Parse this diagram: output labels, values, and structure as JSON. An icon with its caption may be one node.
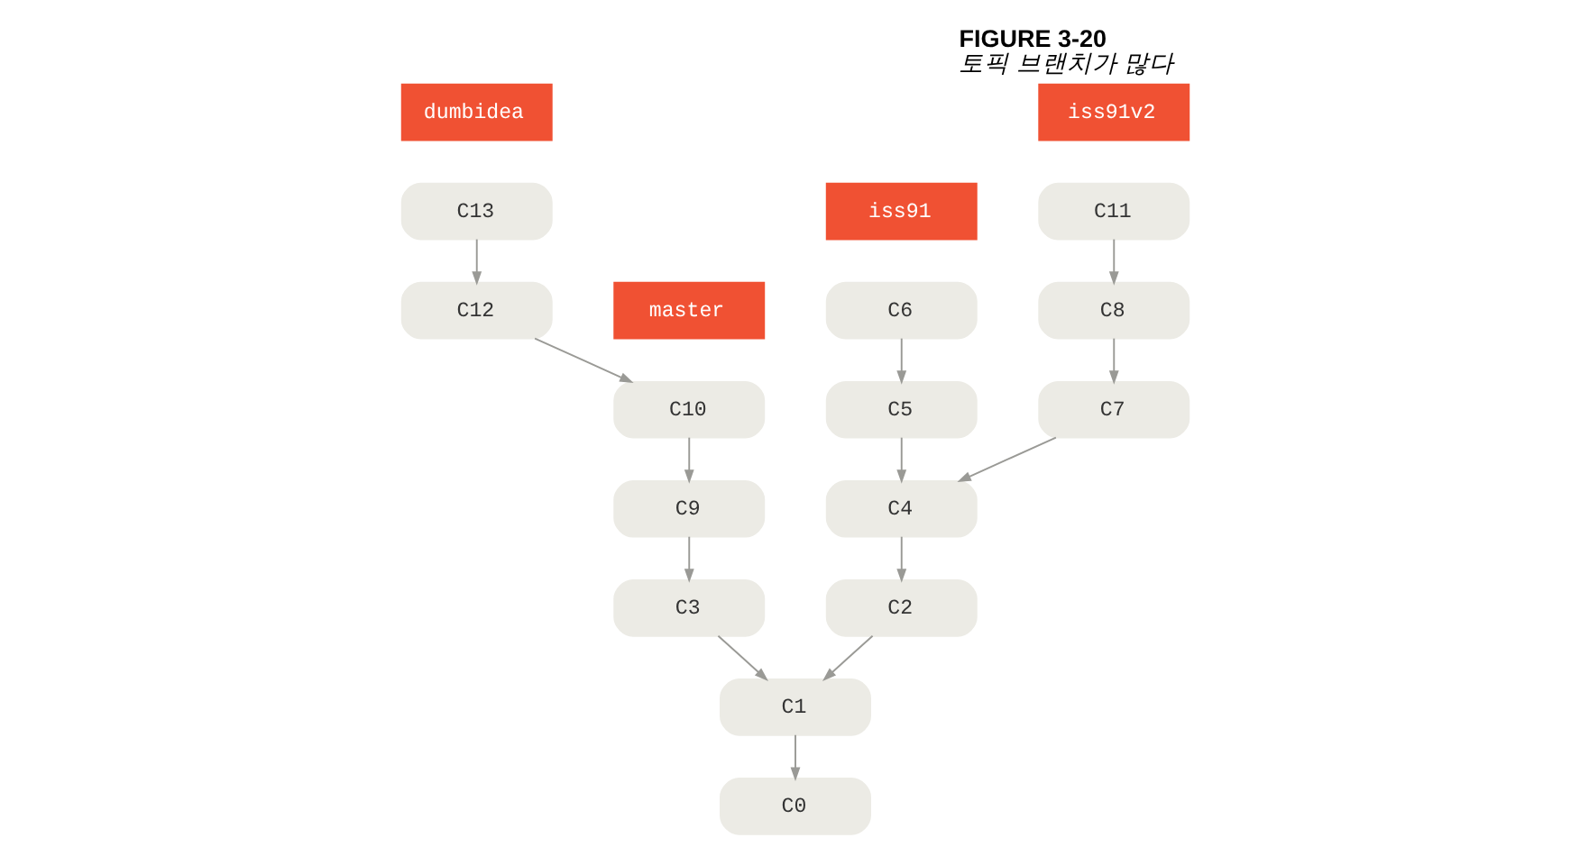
{
  "diagram": {
    "title": "FIGURE 3-20",
    "caption": "토픽 브랜치가 많다",
    "nodes": [
      {
        "text": [
          "dumbidea"
        ]
      },
      {
        "text": [
          "iss91v2"
        ]
      },
      {
        "text": [
          "C13"
        ]
      },
      {
        "text": [
          "iss91"
        ]
      },
      {
        "text": [
          "C11"
        ]
      },
      {
        "text": [
          "C12"
        ]
      },
      {
        "text": [
          "master"
        ]
      },
      {
        "text": [
          "C6"
        ]
      },
      {
        "text": [
          "C8"
        ]
      },
      {
        "text": [
          "C10"
        ]
      },
      {
        "text": [
          "C5"
        ]
      },
      {
        "text": [
          "C7"
        ]
      },
      {
        "text": [
          "C9"
        ]
      },
      {
        "text": [
          "C4"
        ]
      },
      {
        "text": [
          "C3"
        ]
      },
      {
        "text": [
          "C2"
        ]
      },
      {
        "text": [
          "C1"
        ]
      },
      {
        "text": [
          "C0"
        ]
      }
    ],
    "edges": [
      {
        "from": 2,
        "to": 5,
        "arrow": "to"
      },
      {
        "from": 5,
        "to": 9,
        "arrow": "to"
      },
      {
        "from": 9,
        "to": 12,
        "arrow": "to"
      },
      {
        "from": 12,
        "to": 14,
        "arrow": "to"
      },
      {
        "from": 14,
        "to": 16,
        "arrow": "to"
      },
      {
        "from": 16,
        "to": 17,
        "arrow": "to"
      },
      {
        "from": 7,
        "to": 10,
        "arrow": "to"
      },
      {
        "from": 10,
        "to": 13,
        "arrow": "to"
      },
      {
        "from": 13,
        "to": 15,
        "arrow": "to"
      },
      {
        "from": 15,
        "to": 16,
        "arrow": "to"
      },
      {
        "from": 4,
        "to": 8,
        "arrow": "to"
      },
      {
        "from": 8,
        "to": 11,
        "arrow": "to"
      },
      {
        "from": 11,
        "to": 13,
        "arrow": "to"
      }
    ]
  }
}
